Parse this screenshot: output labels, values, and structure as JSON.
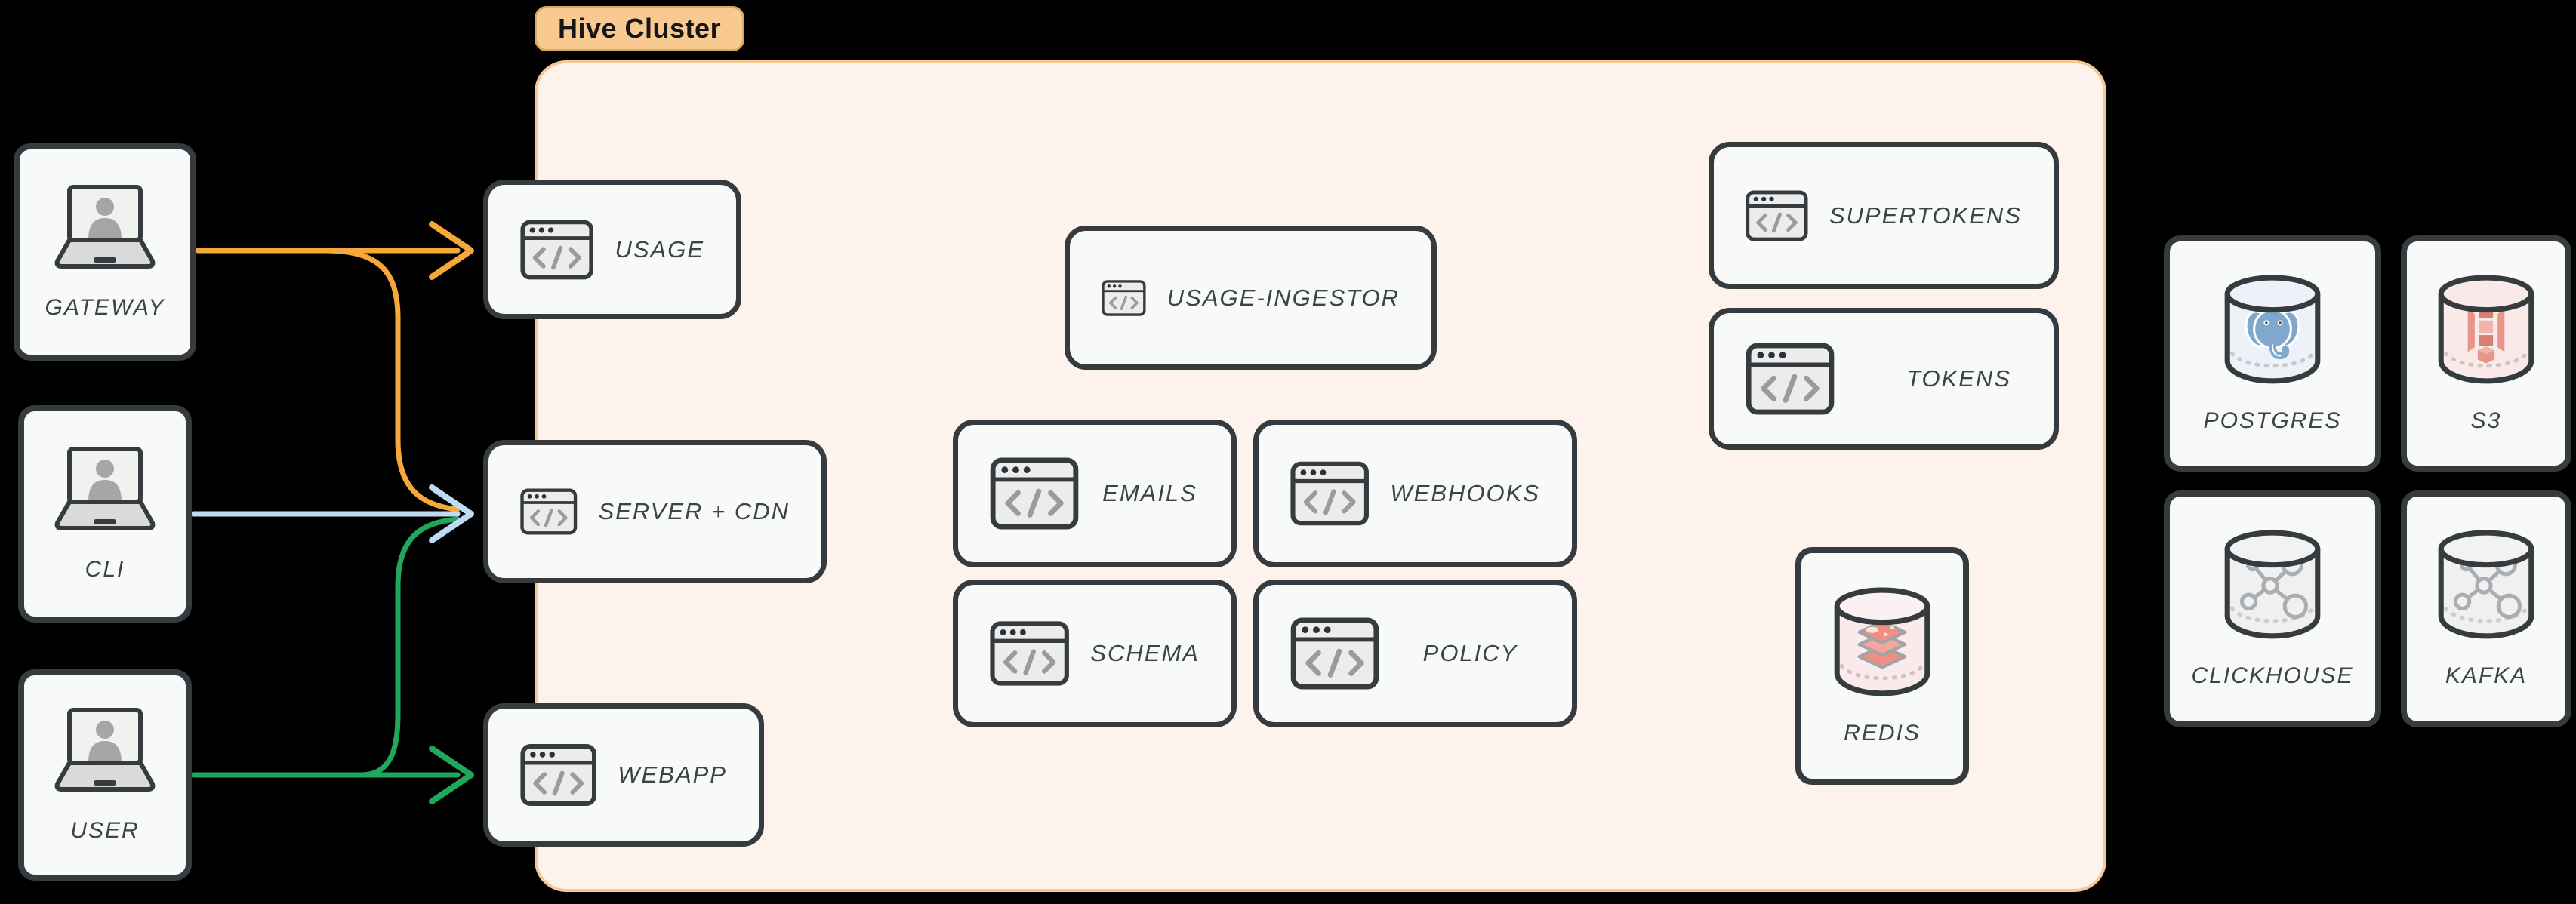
{
  "cluster": {
    "label": "Hive Cluster"
  },
  "clients": [
    {
      "id": "gateway",
      "label": "GATEWAY"
    },
    {
      "id": "cli",
      "label": "CLI"
    },
    {
      "id": "user",
      "label": "USER"
    }
  ],
  "services": [
    {
      "id": "usage",
      "label": "USAGE"
    },
    {
      "id": "server-cdn",
      "label": "SERVER + CDN"
    },
    {
      "id": "webapp",
      "label": "WEBAPP"
    },
    {
      "id": "usage-ingestor",
      "label": "USAGE-INGESTOR"
    },
    {
      "id": "emails",
      "label": "EMAILS"
    },
    {
      "id": "webhooks",
      "label": "WEBHOOKS"
    },
    {
      "id": "schema",
      "label": "SCHEMA"
    },
    {
      "id": "policy",
      "label": "POLICY"
    },
    {
      "id": "supertokens",
      "label": "SUPERTOKENS"
    },
    {
      "id": "tokens",
      "label": "TOKENS"
    }
  ],
  "datastores": [
    {
      "id": "redis",
      "label": "REDIS",
      "icon": "redis-database-icon"
    },
    {
      "id": "postgres",
      "label": "POSTGRES",
      "icon": "postgres-database-icon"
    },
    {
      "id": "s3",
      "label": "S3",
      "icon": "s3-database-icon"
    },
    {
      "id": "clickhouse",
      "label": "CLICKHOUSE",
      "icon": "network-database-icon"
    },
    {
      "id": "kafka",
      "label": "KAFKA",
      "icon": "network-database-icon"
    }
  ],
  "edges": [
    {
      "from": "GATEWAY",
      "to": "USAGE",
      "color": "#f5a73b"
    },
    {
      "from": "GATEWAY",
      "to": "SERVER + CDN",
      "color": "#f5a73b"
    },
    {
      "from": "CLI",
      "to": "SERVER + CDN",
      "color": "#bedbf3"
    },
    {
      "from": "USER",
      "to": "SERVER + CDN",
      "color": "#21a75c"
    },
    {
      "from": "USER",
      "to": "WEBAPP",
      "color": "#21a75c"
    }
  ],
  "colors": {
    "cluster_fill": "#fdf3ec",
    "cluster_border": "#f7c795",
    "badge_fill": "#f8ca92",
    "node_fill": "#f8faf9",
    "node_border": "#363b3f",
    "label_text": "#3d4347",
    "arrow_orange": "#f5a73b",
    "arrow_blue": "#bedbf3",
    "arrow_green": "#21a75c"
  }
}
